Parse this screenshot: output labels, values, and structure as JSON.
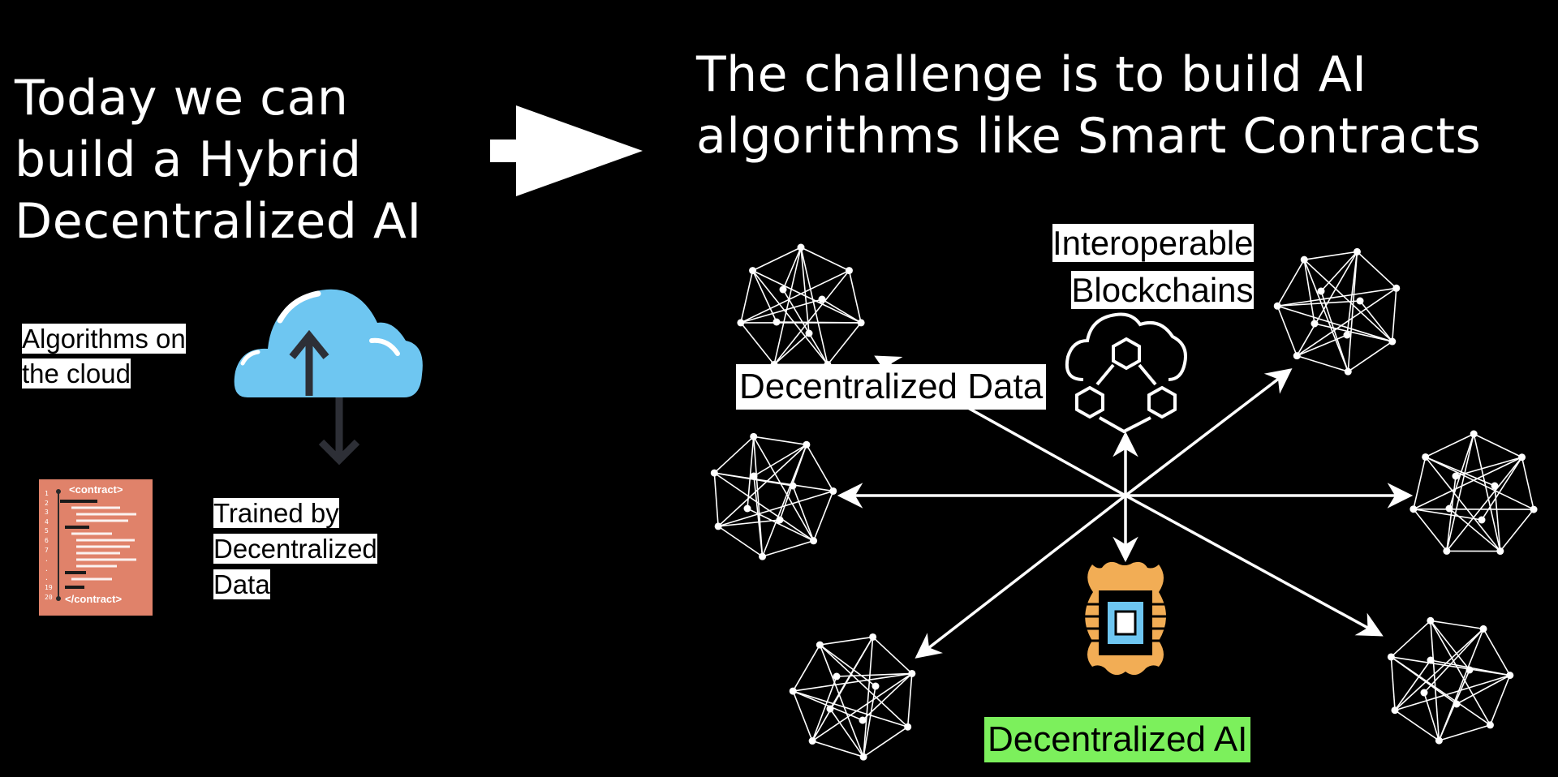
{
  "left_title": "Today we can build a Hybrid Decentralized AI",
  "right_title": "The challenge is to build AI algorithms like Smart Contracts",
  "labels": {
    "algorithms_line1": "Algorithms on",
    "algorithms_line2": "the cloud",
    "trained_line1": "Trained by",
    "trained_line2": "Decentralized",
    "trained_line3": "Data",
    "interop_line1": "Interoperable",
    "interop_line2": "Blockchains",
    "decentralized_data": "Decentralized Data",
    "decentralized_ai": "Decentralized AI"
  },
  "contract": {
    "open_tag": "<contract>",
    "close_tag": "</contract>",
    "line_numbers": "1\n2\n3\n4\n5\n6\n7\n.\n.\n.\n19\n20"
  },
  "icons": [
    "right-arrow-icon",
    "cloud-upload-icon",
    "smart-contract-icon",
    "blockchain-network-icon",
    "ai-chip-brain-icon",
    "network-node-icon"
  ],
  "colors": {
    "background": "#000000",
    "cloud": "#6ec6f1",
    "contract": "#e0826a",
    "ai_label": "#7cf05c",
    "brain": "#f2ad55",
    "chip": "#6ec6f1"
  }
}
